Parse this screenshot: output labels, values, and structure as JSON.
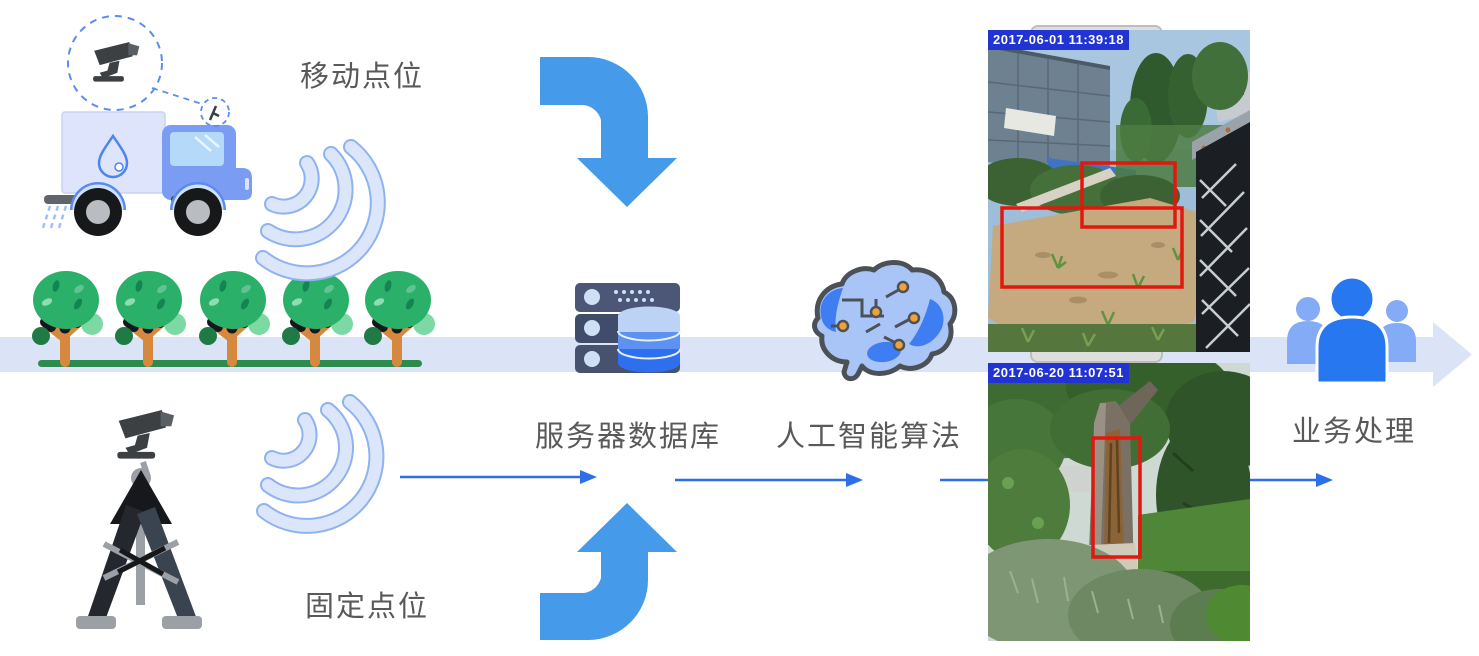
{
  "labels": {
    "mobile_point": "移动点位",
    "fixed_point": "固定点位",
    "server_database": "服务器数据库",
    "ai_algorithm": "人工智能算法",
    "business_processing": "业务处理"
  },
  "photos": [
    {
      "timestamp": "2017-06-01 11:39:18"
    },
    {
      "timestamp": "2017-06-20 11:07:51"
    }
  ],
  "icons": [
    "cctv-camera-icon",
    "sprinkler-truck-icon",
    "wifi-signal-icon",
    "tree-row-icon",
    "tripod-camera-icon",
    "curved-arrow-down-icon",
    "curved-arrow-up-icon",
    "server-database-icon",
    "ai-brain-icon",
    "team-icon",
    "flow-band-arrow",
    "detection-box"
  ],
  "colors": {
    "flow_band": "#dbe3f7",
    "curved_arrow": "#459ae9",
    "thin_arrow": "#2e6ee8",
    "label_text": "#595959",
    "timestamp_bg": "#2233d4",
    "timestamp_text": "#ffffff",
    "detection_box": "#e3170d",
    "tree_green": "#2bb06a",
    "trunk_orange": "#d6893e",
    "people_front": "#2677f0",
    "people_back": "#84abf5",
    "wifi_fill": "#dbe6fb",
    "wifi_stroke": "#8fb2f0"
  }
}
